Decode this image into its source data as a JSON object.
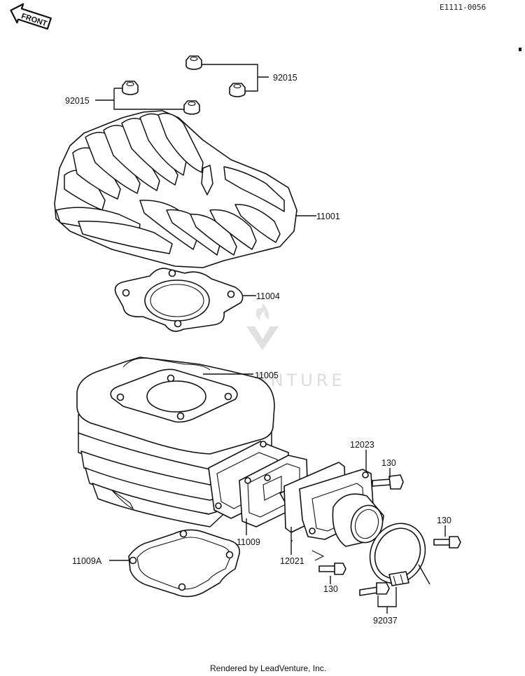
{
  "header": {
    "code": "E1111-0056",
    "front_label": "FRONT"
  },
  "watermark": {
    "text": "LEADVENTURE"
  },
  "parts": {
    "nut_right": "92015",
    "nut_left": "92015",
    "cylinder_head": "11001",
    "head_gasket": "11004",
    "cylinder": "11005",
    "reed_gasket": "12023",
    "bolt_upper": "130",
    "bolt_right": "130",
    "bolt_lower": "130",
    "spacer": "11009",
    "base_gasket": "11009A",
    "reed_valve": "12021",
    "clamp": "92037"
  },
  "footer": {
    "text": "Rendered by LeadVenture, Inc."
  }
}
